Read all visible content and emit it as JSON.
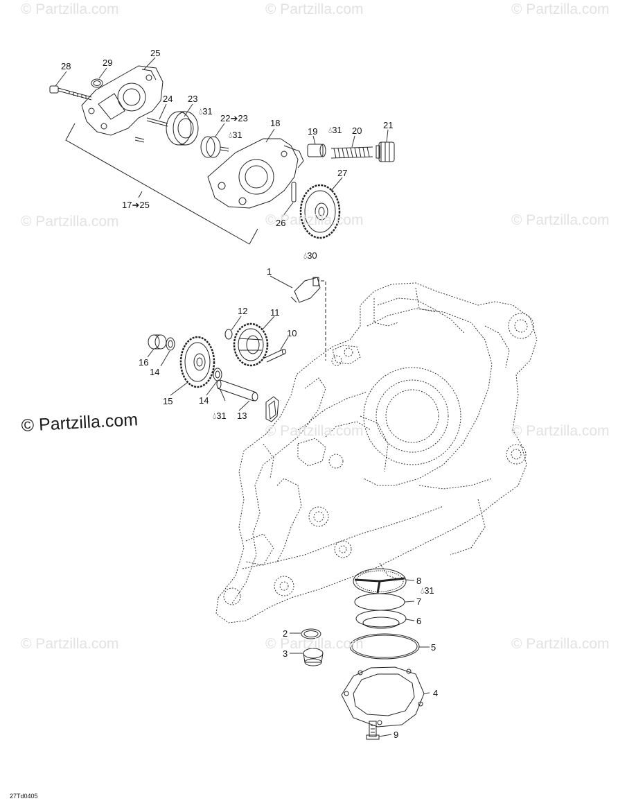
{
  "watermark": {
    "small": "© Partzilla.com",
    "large": "© Partzilla.com"
  },
  "drawing_code": "27Td0405",
  "callouts": [
    {
      "id": "c28",
      "text": "28"
    },
    {
      "id": "c29",
      "text": "29"
    },
    {
      "id": "c25",
      "text": "25"
    },
    {
      "id": "c24",
      "text": "24"
    },
    {
      "id": "c23",
      "text": "23"
    },
    {
      "id": "c31a",
      "text": "31",
      "oil": true
    },
    {
      "id": "c22",
      "text": "22➔23"
    },
    {
      "id": "c31b",
      "text": "31",
      "oil": true
    },
    {
      "id": "c18",
      "text": "18"
    },
    {
      "id": "c19",
      "text": "19"
    },
    {
      "id": "c31c",
      "text": "31",
      "oil": true
    },
    {
      "id": "c20",
      "text": "20"
    },
    {
      "id": "c21",
      "text": "21"
    },
    {
      "id": "c27",
      "text": "27"
    },
    {
      "id": "c26",
      "text": "26"
    },
    {
      "id": "c17",
      "text": "17➔25"
    },
    {
      "id": "c30",
      "text": "30",
      "oil": true
    },
    {
      "id": "c1",
      "text": "1"
    },
    {
      "id": "c12",
      "text": "12"
    },
    {
      "id": "c11",
      "text": "11"
    },
    {
      "id": "c10",
      "text": "10"
    },
    {
      "id": "c16",
      "text": "16"
    },
    {
      "id": "c14a",
      "text": "14"
    },
    {
      "id": "c15",
      "text": "15"
    },
    {
      "id": "c14b",
      "text": "14"
    },
    {
      "id": "c31d",
      "text": "31",
      "oil": true
    },
    {
      "id": "c13",
      "text": "13"
    },
    {
      "id": "c8",
      "text": "8"
    },
    {
      "id": "c31e",
      "text": "31",
      "oil": true
    },
    {
      "id": "c7",
      "text": "7"
    },
    {
      "id": "c6",
      "text": "6"
    },
    {
      "id": "c2",
      "text": "2"
    },
    {
      "id": "c5",
      "text": "5"
    },
    {
      "id": "c3",
      "text": "3"
    },
    {
      "id": "c4",
      "text": "4"
    },
    {
      "id": "c9",
      "text": "9"
    }
  ]
}
